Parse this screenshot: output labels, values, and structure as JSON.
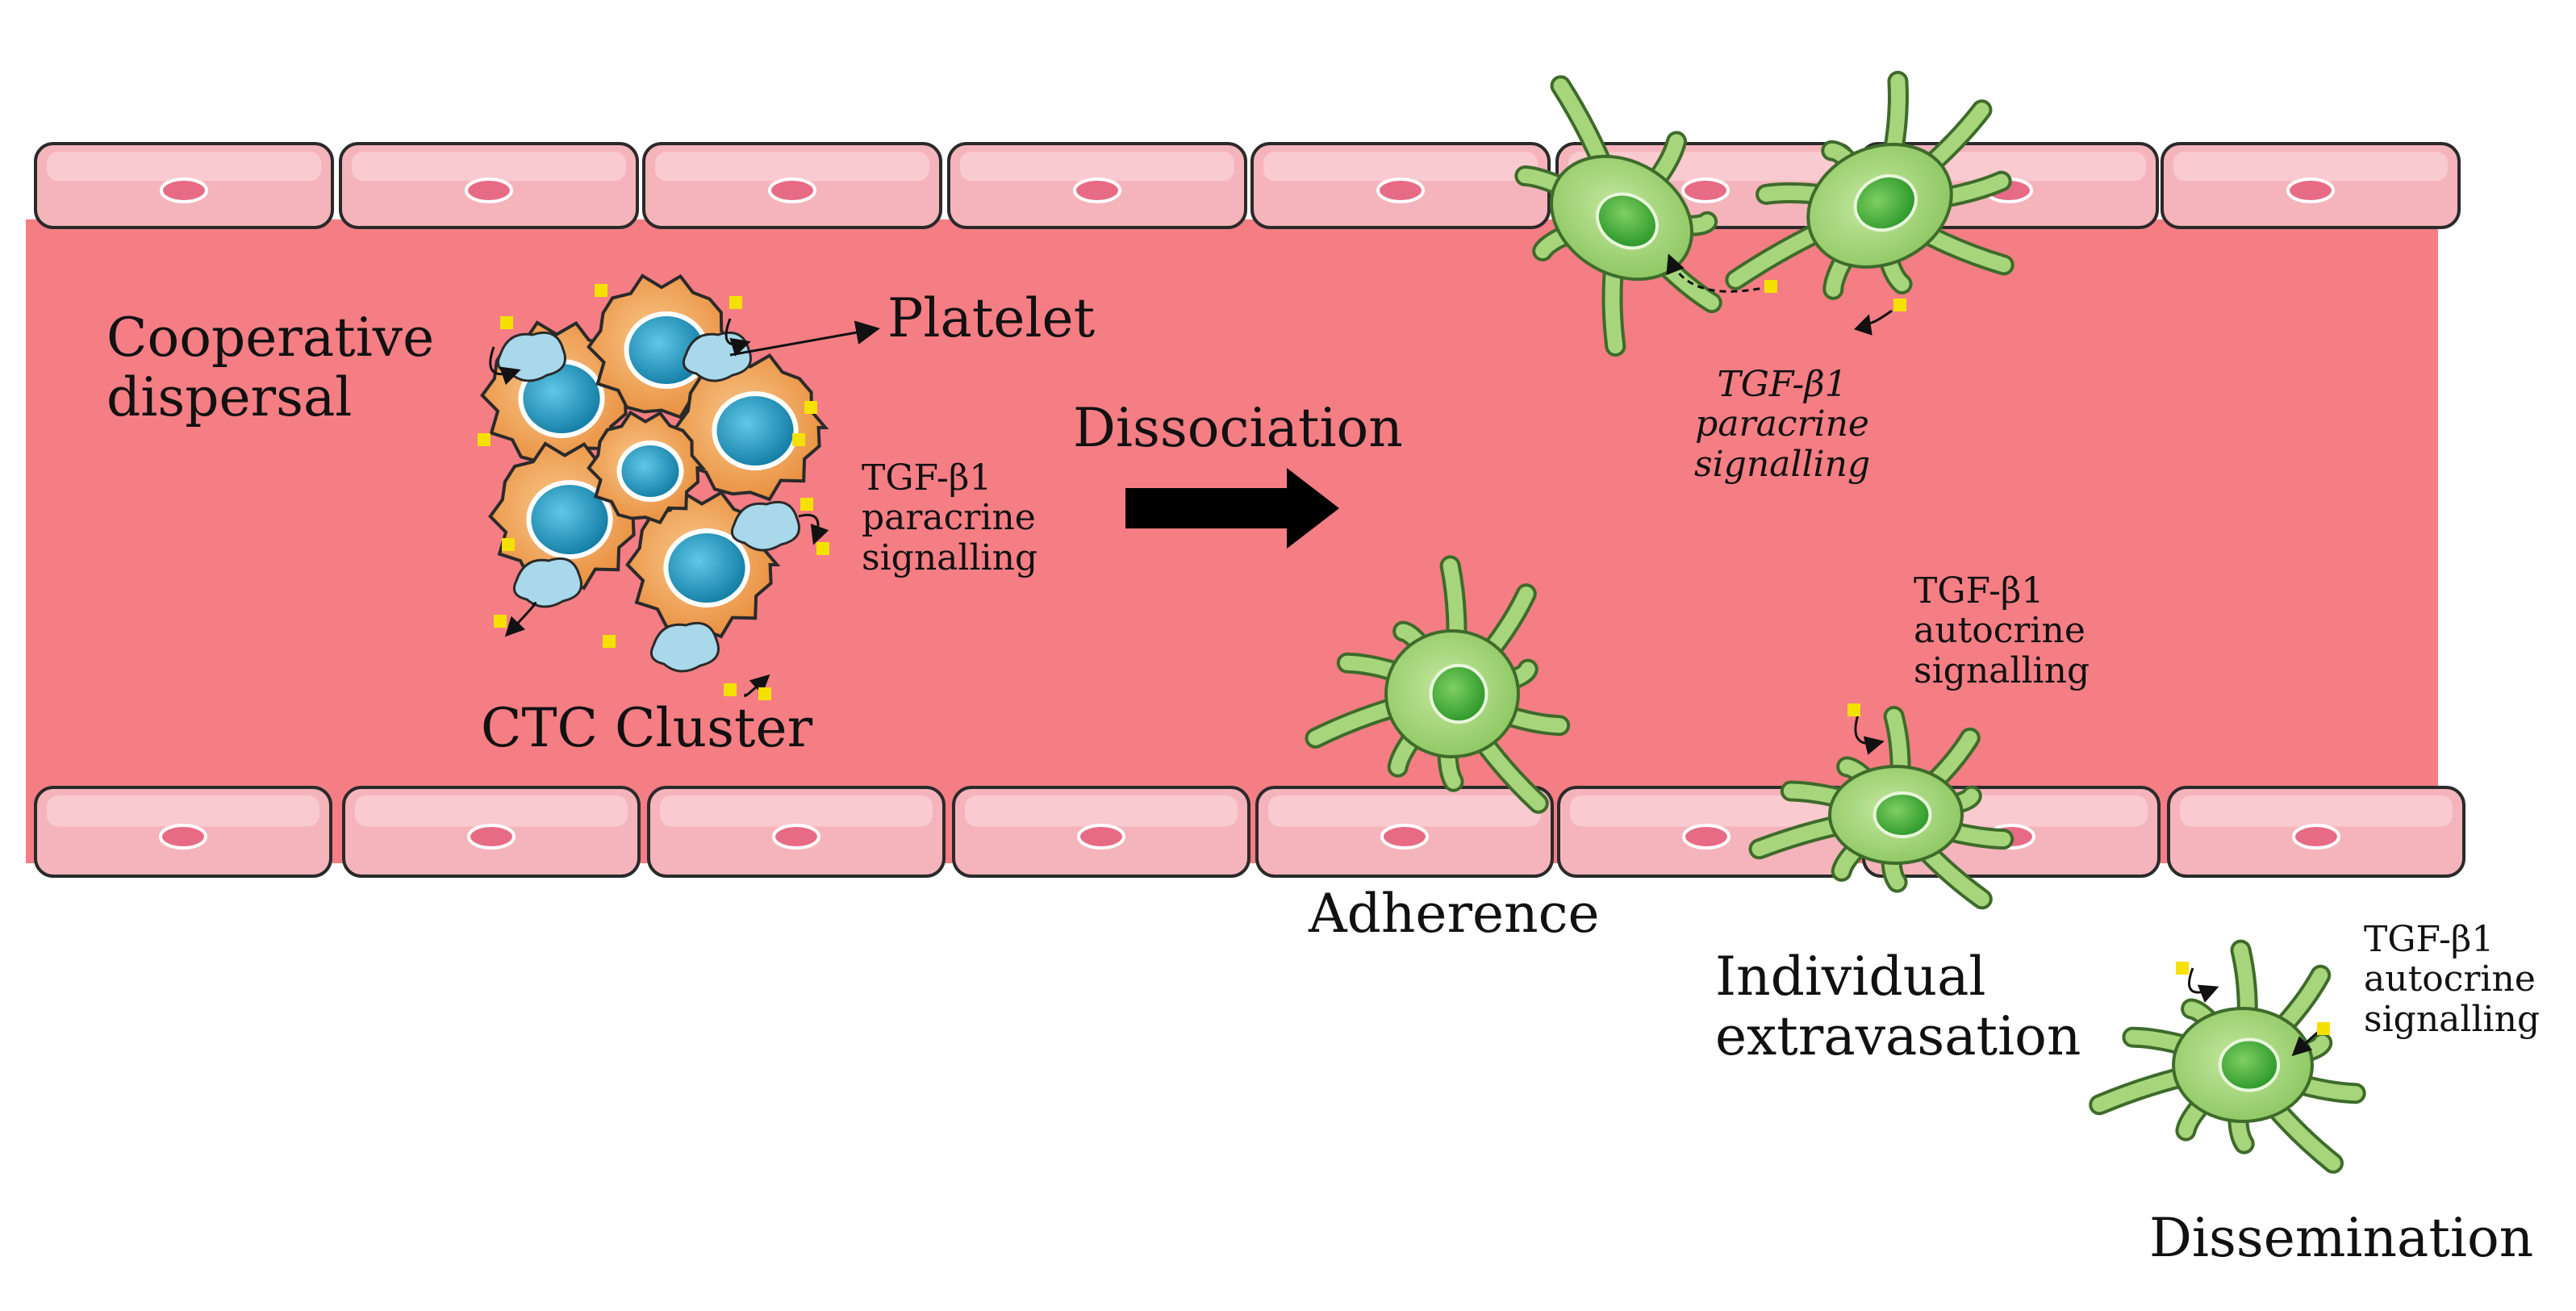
{
  "labels": {
    "cooperative_dispersal": [
      "Cooperative",
      "dispersal"
    ],
    "platelet": "Platelet",
    "ctc_cluster": "CTC Cluster",
    "cluster_signal": [
      "TGF-β1",
      "paracrine",
      "signalling"
    ],
    "dissociation": "Dissociation",
    "top_signal": [
      "TGF-β1",
      "paracrine",
      "signalling"
    ],
    "extravasation_signal": [
      "TGF-β1",
      "autocrine",
      "signalling"
    ],
    "adherence": "Adherence",
    "individual_extravasation": [
      "Individual",
      "extravasation"
    ],
    "dissemination_signal": [
      "TGF-β1",
      "autocrine",
      "signalling"
    ],
    "dissemination": "Dissemination"
  },
  "colors": {
    "vessel_lumen": "#f47e84",
    "endothelial_cell": "#f5b4bb",
    "endothelial_nucleus": "#e86b86",
    "ctc_body": "#f2a35a",
    "ctc_nucleus": "#1e8bb0",
    "platelet": "#a8d8ea",
    "tgf_dot": "#f5e100",
    "mesenchymal_cell": "#a6d57c",
    "mesenchymal_nucleus": "#4aac3d"
  }
}
